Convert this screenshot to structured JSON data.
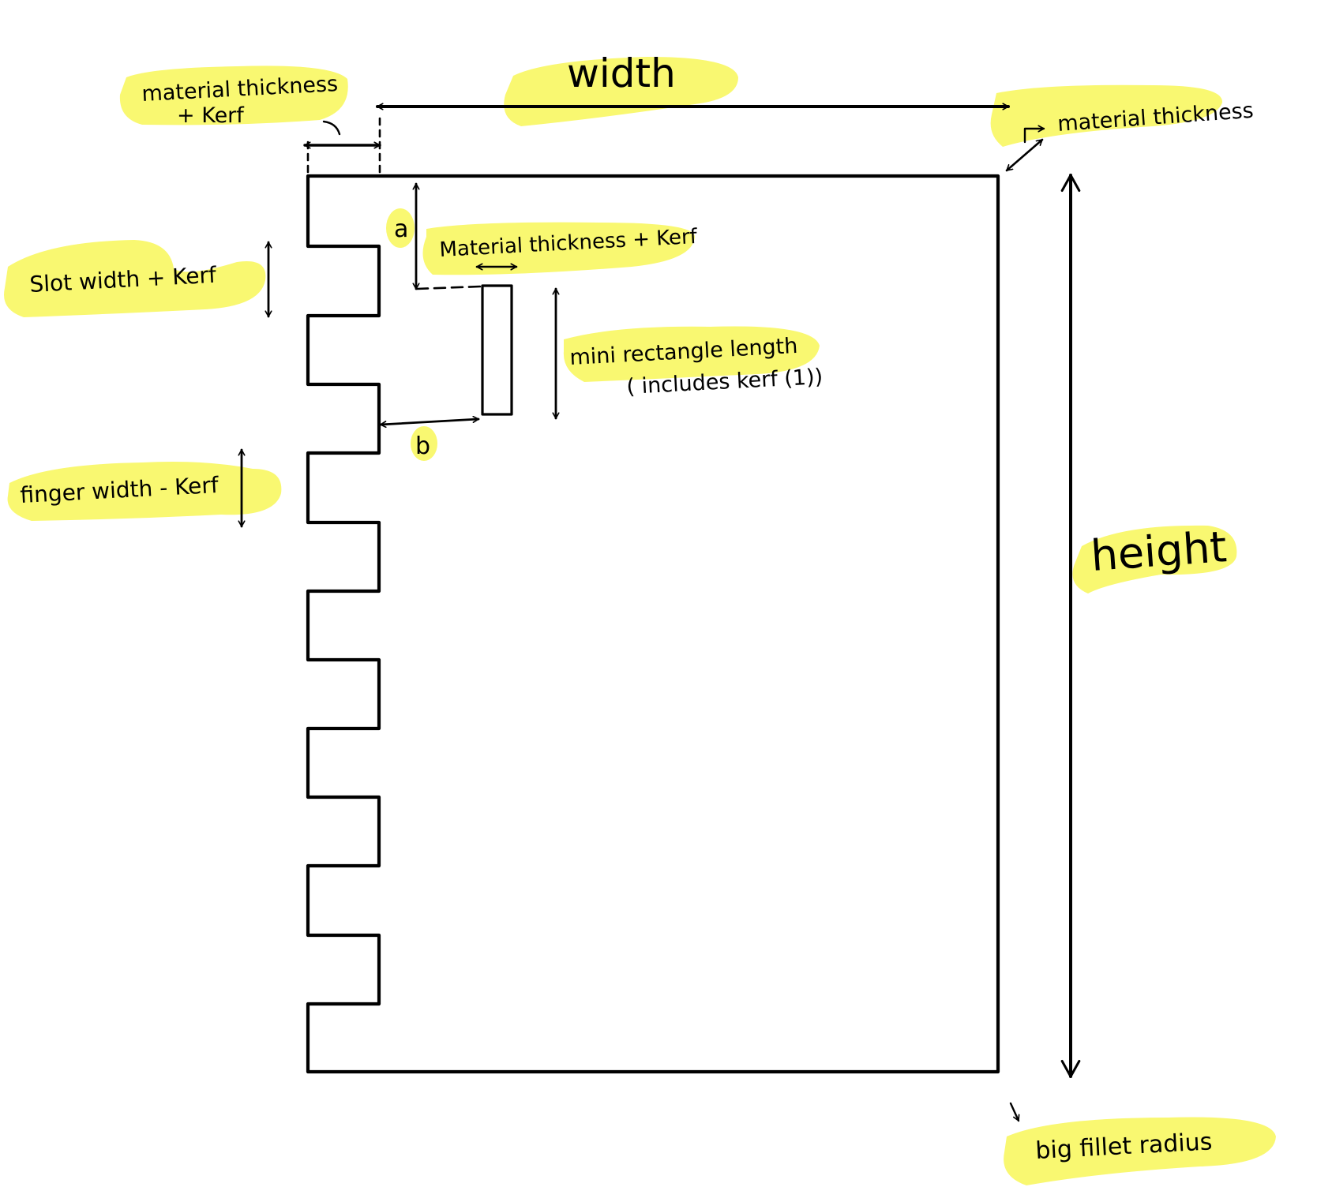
{
  "labels": {
    "material_thickness_kerf_top": "material thickness",
    "material_thickness_kerf_top_line2": "+ Kerf",
    "width": "width",
    "material_thickness_right": "material thickness",
    "height": "height",
    "a": "a",
    "b": "b",
    "slot_width_kerf": "Slot width + Kerf",
    "material_thickness_kerf_slot": "Material thickness + Kerf",
    "mini_rectangle_length": "mini rectangle length",
    "mini_rectangle_length_line2": "( includes kerf (1))",
    "finger_width_kerf": "finger width - Kerf",
    "big_fillet_radius": "big fillet radius"
  },
  "colors": {
    "highlight": "#f9f871",
    "ink": "#000000"
  }
}
